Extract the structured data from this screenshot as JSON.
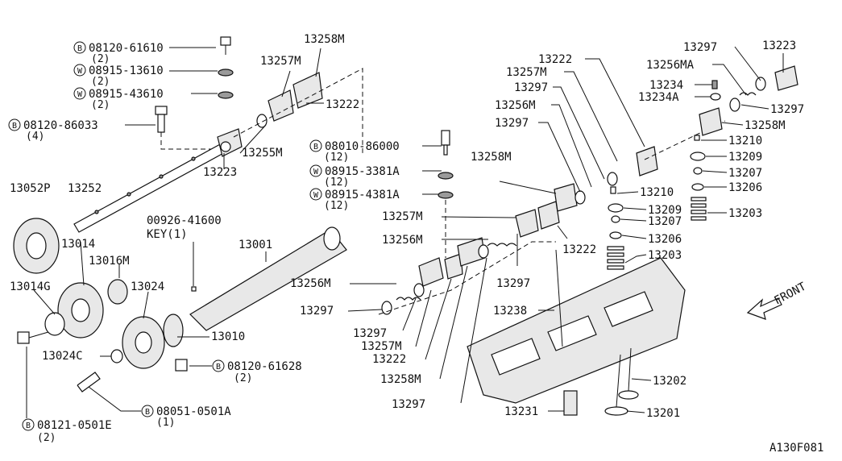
{
  "diagram_id": "A130F081",
  "labels": {
    "p13258M_top": "13258M",
    "p13257M_top": "13257M",
    "p13222_top": "13222",
    "p13255M": "13255M",
    "p13223_left": "13223",
    "p13052P": "13052P",
    "p13252": "13252",
    "p13014": "13014",
    "p13016M": "13016M",
    "p13014G": "13014G",
    "p13024": "13024",
    "p13024C": "13024C",
    "p13010": "13010",
    "p13001": "13001",
    "p00926": "00926-41600",
    "key": "KEY(1)",
    "p13256M_a": "13256M",
    "p13297_a": "13297",
    "p13297_b": "13297",
    "p13257M_b": "13257M",
    "p13222_b": "13222",
    "p13258M_b": "13258M",
    "p13297_c": "13297",
    "p13258M_c": "13258M",
    "p13257M_c": "13257M",
    "p13256M_c": "13256M",
    "p13222_c": "13222",
    "p13297_d": "13297",
    "p13238": "13238",
    "p13231": "13231",
    "p13222_r": "13222",
    "p13257M_r": "13257M",
    "p13297_r1": "13297",
    "p13256M_r": "13256M",
    "p13297_r2": "13297",
    "p13297_rt": "13297",
    "p13223_r": "13223",
    "p13256MA": "13256MA",
    "p13234": "13234",
    "p13234A": "13234A",
    "p13297_rr": "13297",
    "p13258M_rr": "13258M",
    "p13210_a": "13210",
    "p13209_a": "13209",
    "p13207_a": "13207",
    "p13206_a": "13206",
    "p13203_a": "13203",
    "p13210_b": "13210",
    "p13209_b": "13209",
    "p13207_b": "13207",
    "p13206_b": "13206",
    "p13203_b": "13203",
    "p13202": "13202",
    "p13201": "13201",
    "front": "FRONT"
  },
  "fasteners": [
    {
      "prefix": "B",
      "code": "08120-61610",
      "qty": "(2)"
    },
    {
      "prefix": "W",
      "code": "08915-13610",
      "qty": "(2)"
    },
    {
      "prefix": "W",
      "code": "08915-43610",
      "qty": "(2)"
    },
    {
      "prefix": "B",
      "code": "08120-86033",
      "qty": "(4)"
    },
    {
      "prefix": "B",
      "code": "08010-86000",
      "qty": "(12)"
    },
    {
      "prefix": "W",
      "code": "08915-3381A",
      "qty": "(12)"
    },
    {
      "prefix": "W",
      "code": "08915-4381A",
      "qty": "(12)"
    },
    {
      "prefix": "B",
      "code": "08120-61628",
      "qty": "(2)"
    },
    {
      "prefix": "B",
      "code": "08051-0501A",
      "qty": "(1)"
    },
    {
      "prefix": "B",
      "code": "08121-0501E",
      "qty": "(2)"
    }
  ]
}
